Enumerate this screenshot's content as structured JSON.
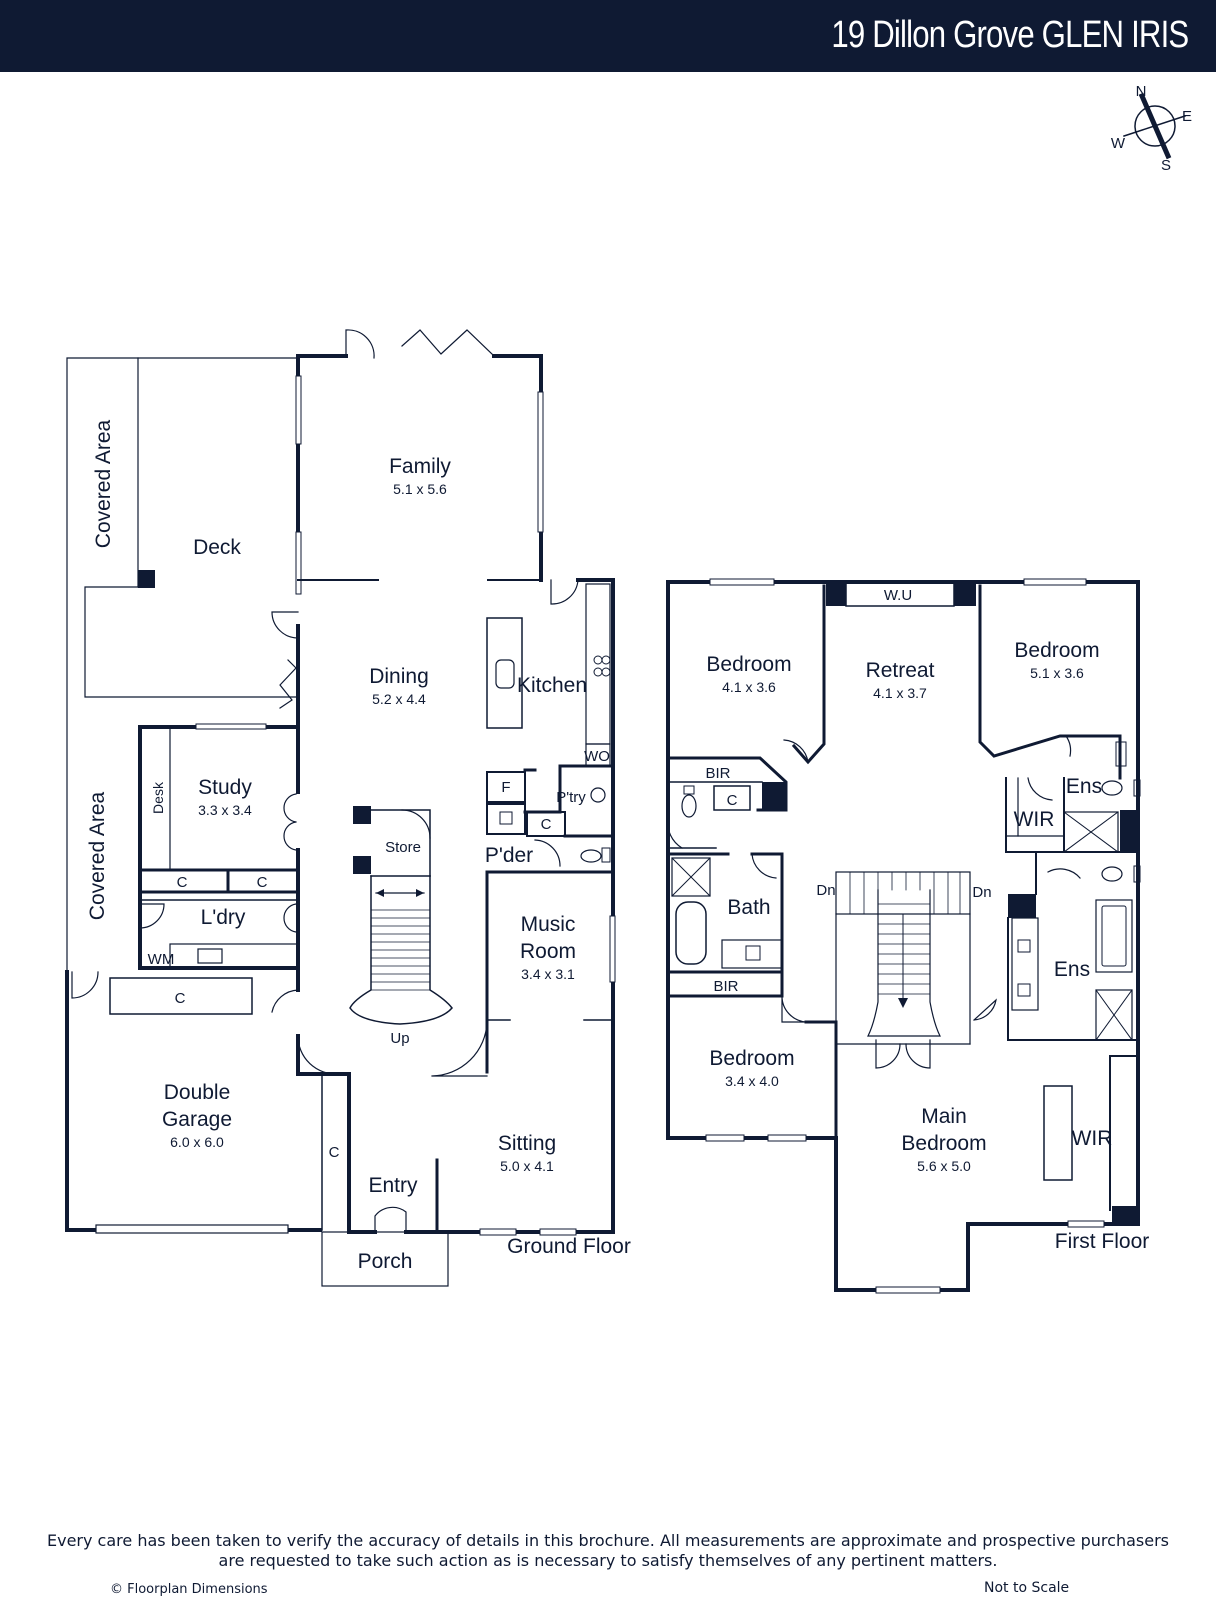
{
  "header": {
    "address": "19 Dillon Grove GLEN IRIS"
  },
  "compass": {
    "n": "N",
    "e": "E",
    "s": "S",
    "w": "W"
  },
  "ground_floor": {
    "title": "Ground Floor",
    "covered_area_top": "Covered Area",
    "covered_area_bottom": "Covered Area",
    "deck": "Deck",
    "family": {
      "name": "Family",
      "dims": "5.1 x 5.6"
    },
    "dining": {
      "name": "Dining",
      "dims": "5.2 x 4.4"
    },
    "kitchen": "Kitchen",
    "wo": "WO",
    "pantry": "P'try",
    "fridge": "F",
    "c_pantry": "C",
    "powder": "P'der",
    "study": {
      "name": "Study",
      "dims": "3.3 x 3.4"
    },
    "desk": "Desk",
    "c1": "C",
    "c2": "C",
    "laundry": "L'dry",
    "wm": "WM",
    "c_garage": "C",
    "store": "Store",
    "up": "Up",
    "music": {
      "name1": "Music",
      "name2": "Room",
      "dims": "3.4 x 3.1"
    },
    "garage": {
      "name1": "Double",
      "name2": "Garage",
      "dims": "6.0 x 6.0"
    },
    "c_entry": "C",
    "entry": "Entry",
    "sitting": {
      "name": "Sitting",
      "dims": "5.0 x 4.1"
    },
    "porch": "Porch"
  },
  "first_floor": {
    "title": "First Floor",
    "bed1": {
      "name": "Bedroom",
      "dims": "4.1 x 3.6"
    },
    "wu": "W.U",
    "retreat": {
      "name": "Retreat",
      "dims": "4.1 x 3.7"
    },
    "bed2": {
      "name": "Bedroom",
      "dims": "5.1 x 3.6"
    },
    "bir1": "BIR",
    "c_bir": "C",
    "ens1": "Ens",
    "wir1": "WIR",
    "bath": "Bath",
    "dn1": "Dn",
    "dn2": "Dn",
    "ens2": "Ens",
    "bir2": "BIR",
    "bed3": {
      "name": "Bedroom",
      "dims": "3.4 x 4.0"
    },
    "main": {
      "name1": "Main",
      "name2": "Bedroom",
      "dims": "5.6 x 5.0"
    },
    "wir2": "WIR"
  },
  "footer": {
    "line1": "Every care has been taken to verify the accuracy of details in this brochure. All measurements are approximate and prospective purchasers",
    "line2": "are requested to take such action as is necessary to satisfy themselves of any pertinent matters.",
    "copyright": "© Floorplan Dimensions",
    "not_to_scale": "Not to Scale"
  },
  "colors": {
    "ink": "#0f1a33",
    "background": "#ffffff"
  }
}
